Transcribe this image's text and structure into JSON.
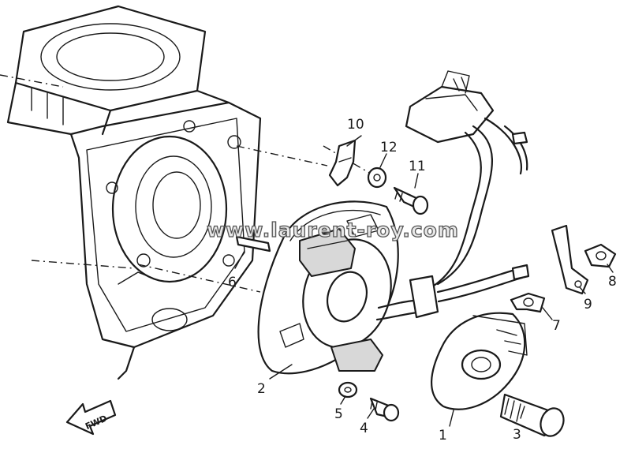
{
  "callouts": [
    {
      "id": "1",
      "label": "1"
    },
    {
      "id": "2",
      "label": "2"
    },
    {
      "id": "3",
      "label": "3"
    },
    {
      "id": "4",
      "label": "4"
    },
    {
      "id": "5",
      "label": "5"
    },
    {
      "id": "6",
      "label": "6"
    },
    {
      "id": "7",
      "label": "7"
    },
    {
      "id": "8",
      "label": "8"
    },
    {
      "id": "9",
      "label": "9"
    },
    {
      "id": "10",
      "label": "10"
    },
    {
      "id": "11",
      "label": "11"
    },
    {
      "id": "12",
      "label": "12"
    }
  ],
  "fwd_label": "FWD",
  "watermark": "www.laurent-roy.com"
}
